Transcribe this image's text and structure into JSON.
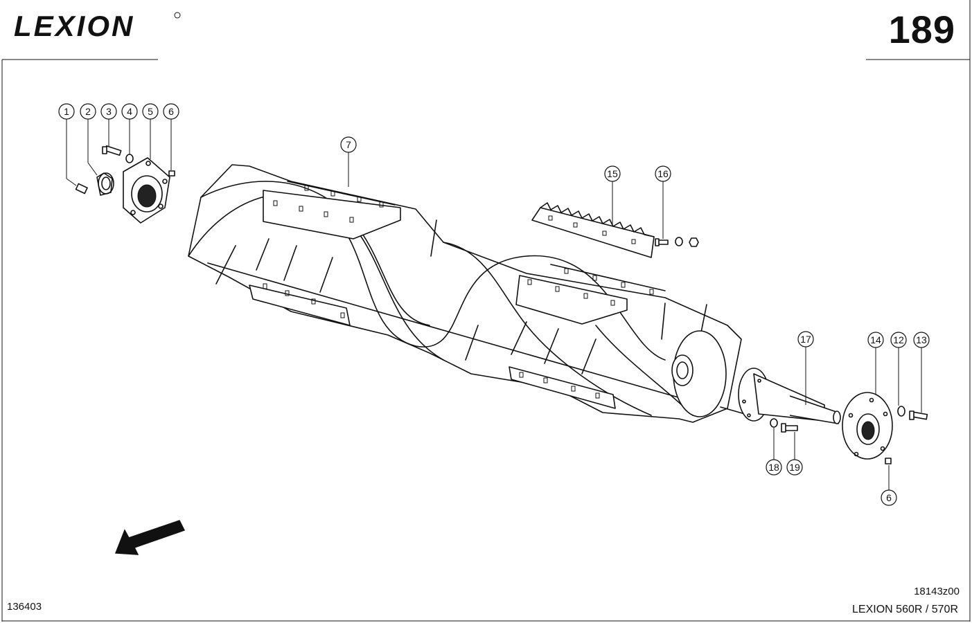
{
  "header": {
    "brand": "LEXION",
    "page_number": "189"
  },
  "footer": {
    "document_number": "136403",
    "drawing_number": "18143z00",
    "model": "LEXION 560R / 570R"
  },
  "callouts": [
    "1",
    "2",
    "3",
    "4",
    "5",
    "6",
    "7",
    "15",
    "16",
    "17",
    "14",
    "12",
    "13",
    "18",
    "19",
    "6"
  ]
}
